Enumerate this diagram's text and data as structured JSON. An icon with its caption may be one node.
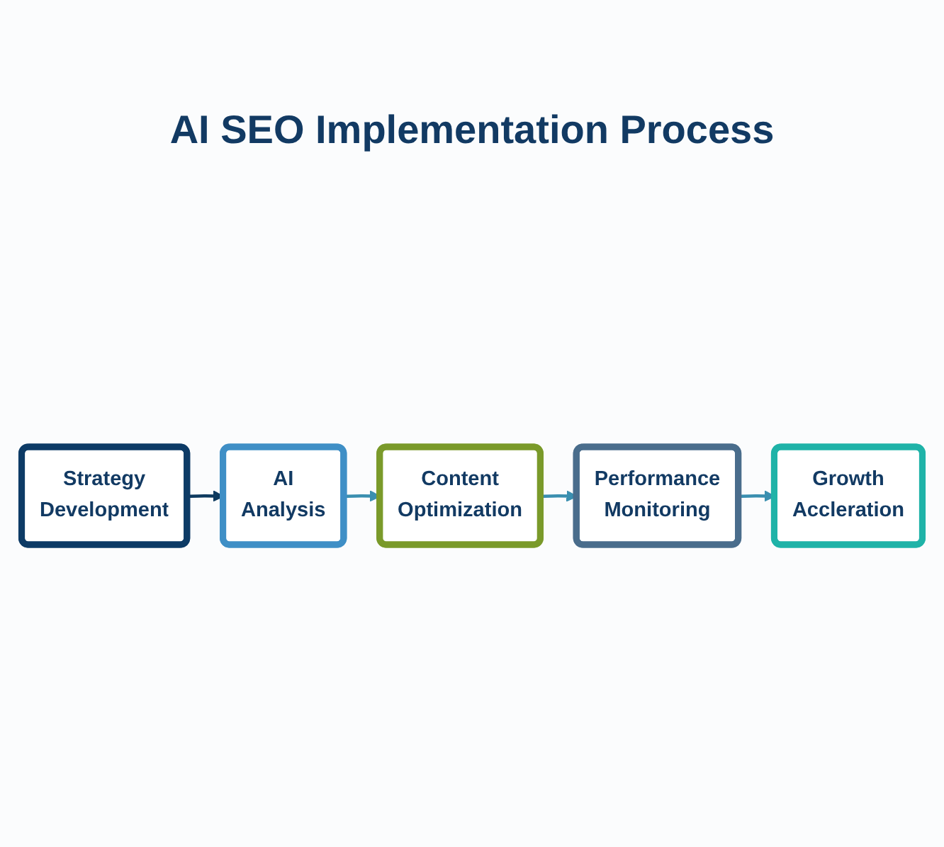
{
  "diagram": {
    "title": "AI SEO Implementation Process",
    "nodes": [
      {
        "text": [
          "Strategy Development"
        ]
      },
      {
        "text": [
          "AI Analysis"
        ]
      },
      {
        "text": [
          "Content Optimization"
        ]
      },
      {
        "text": [
          "Performance Monitoring"
        ]
      },
      {
        "text": [
          "Growth Accleration"
        ]
      }
    ],
    "edges": [
      {
        "from": 0,
        "to": 1,
        "arrow": "to",
        "color": "#0e3a5f"
      },
      {
        "from": 1,
        "to": 2,
        "arrow": "to"
      },
      {
        "from": 2,
        "to": 3,
        "arrow": "to"
      },
      {
        "from": 3,
        "to": 4,
        "arrow": "to"
      }
    ]
  }
}
